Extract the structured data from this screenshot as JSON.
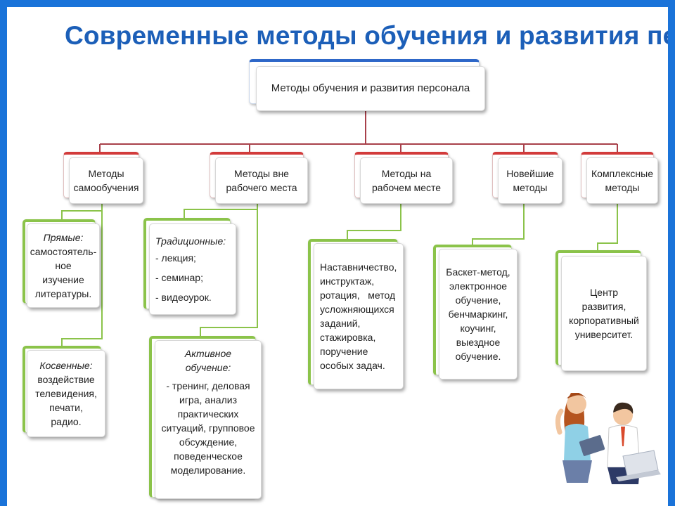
{
  "title": "Современные методы обучения и развития персонала",
  "root": {
    "label": "Методы обучения и развития персонала"
  },
  "categories": [
    {
      "line1": "Методы",
      "line2": "самообучения"
    },
    {
      "line1": "Методы вне",
      "line2": "рабочего места"
    },
    {
      "line1": "Методы на",
      "line2": "рабочем месте"
    },
    {
      "line1": "Новейшие",
      "line2": "методы"
    },
    {
      "line1": "Комплексные",
      "line2": "методы"
    }
  ],
  "leaves": {
    "direct": {
      "heading": "Прямые:",
      "lines": [
        "самостоятель-",
        "ное изучение",
        "литературы."
      ]
    },
    "indirect": {
      "heading": "Косвенные:",
      "lines": [
        "воздействие",
        "телевидения,",
        "печати, радио."
      ]
    },
    "traditional": {
      "heading": "Традиционные:",
      "lines": [
        "- лекция;",
        "- семинар;",
        "- видеоурок."
      ]
    },
    "active": {
      "heading": "Активное обучение:",
      "lines": [
        "- тренинг, деловая",
        "игра, анализ",
        "практических",
        "ситуаций, групповое",
        "обсуждение,",
        "поведенческое",
        "моделирование."
      ]
    },
    "onjob": {
      "lines": [
        "Наставничество,",
        "инструктаж,",
        "ротация,   метод",
        "усложняющихся",
        "заданий,",
        "стажировка,",
        "поручение",
        "особых задач."
      ]
    },
    "newest": {
      "lines": [
        "Баскет-метод,",
        "электронное",
        "обучение,",
        "бенчмаркинг,",
        "коучинг,",
        "выездное",
        "обучение."
      ]
    },
    "complex": {
      "lines": [
        "Центр развития,",
        "корпоративный",
        "университет."
      ]
    }
  },
  "colors": {
    "title": "#1c5fb8",
    "frame": "#1a73d9",
    "root_accent": "#2e67c8",
    "category_accent": "#d23b3b",
    "leaf_accent": "#8bc34a",
    "connector": "#a8404a",
    "leaf_connector": "#8bc34a"
  }
}
